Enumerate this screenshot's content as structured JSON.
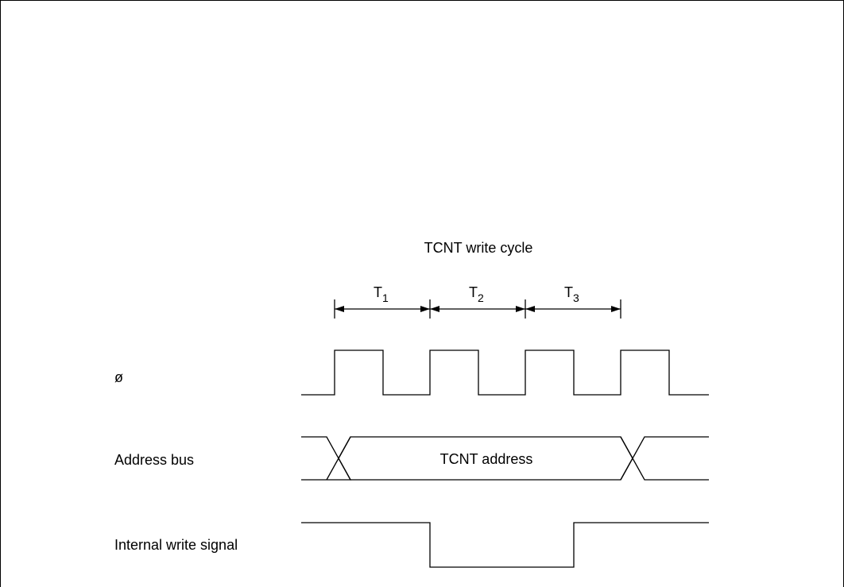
{
  "title": "TCNT write cycle",
  "periods": [
    {
      "base": "T",
      "sub": "1"
    },
    {
      "base": "T",
      "sub": "2"
    },
    {
      "base": "T",
      "sub": "3"
    }
  ],
  "signals": {
    "clock": "ø",
    "address_bus": "Address bus",
    "write_signal": "Internal write signal"
  },
  "address_value": "TCNT address"
}
